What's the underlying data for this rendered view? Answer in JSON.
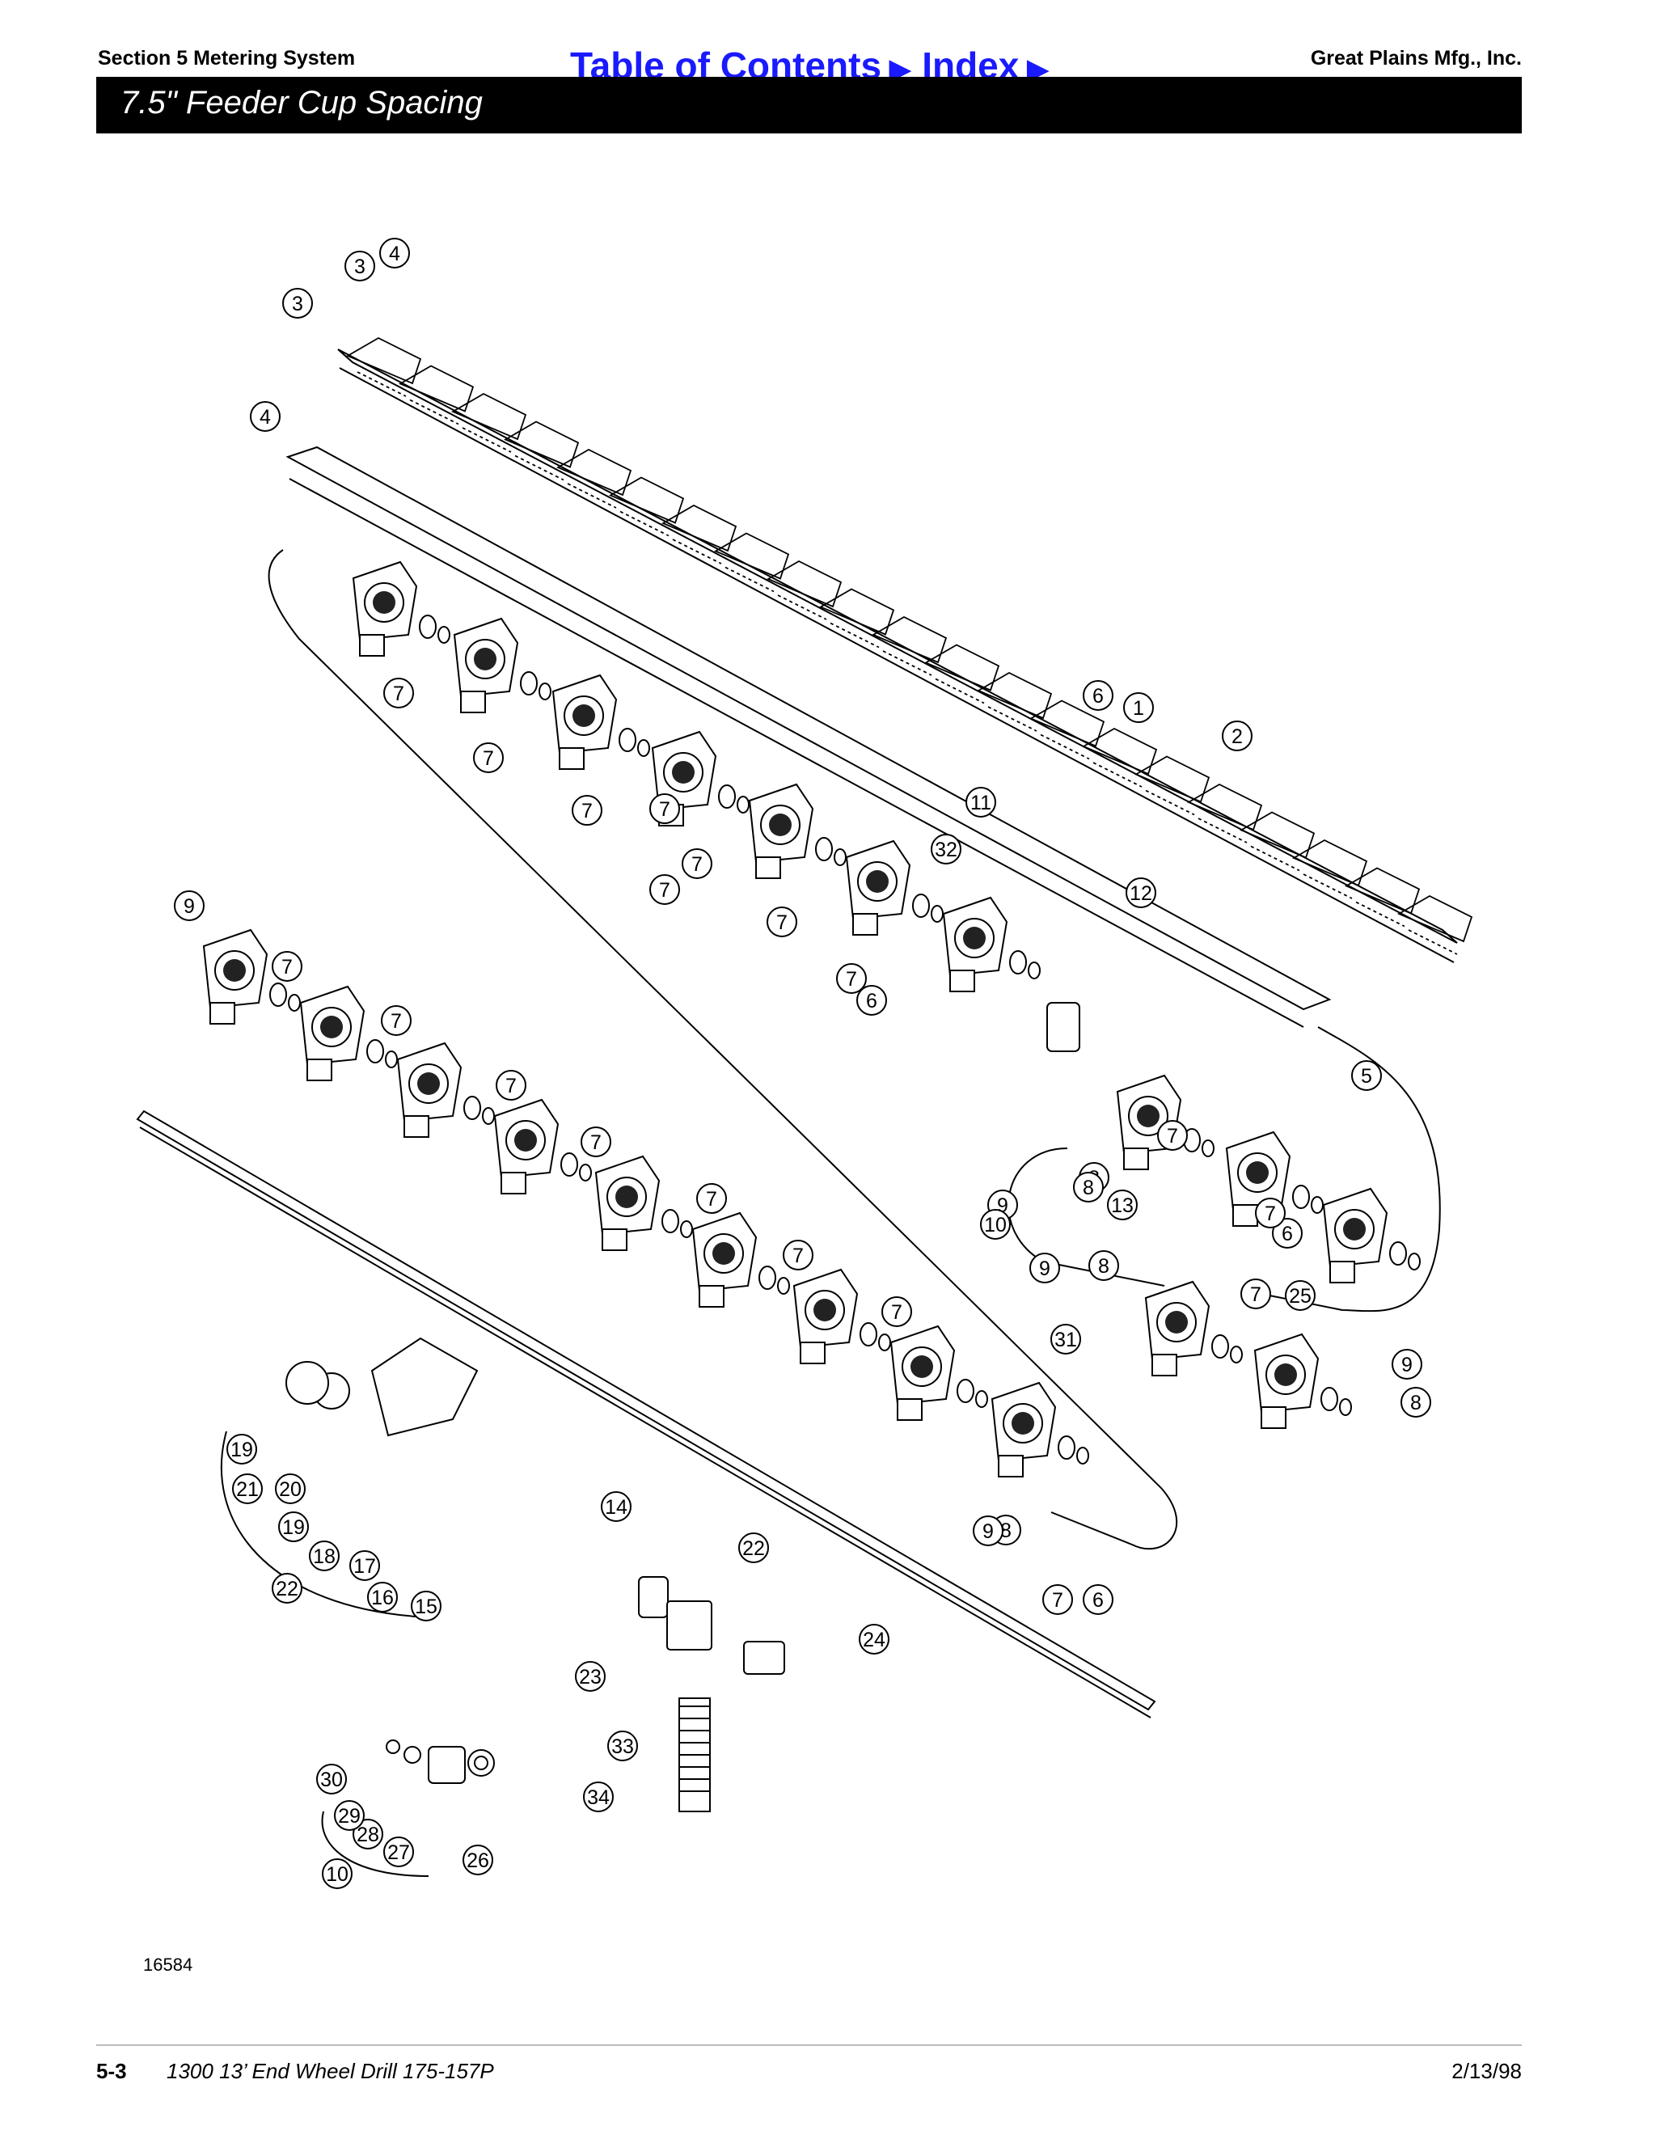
{
  "header": {
    "section": "Section 5 Metering System",
    "company": "Great Plains Mfg., Inc.",
    "toc_link": "Table of Contents",
    "index_link": "Index",
    "link_arrow": "▶"
  },
  "page_title": "7.5\" Feeder Cup Spacing",
  "callouts": [
    "1",
    "2",
    "3",
    "3",
    "4",
    "4",
    "5",
    "6",
    "6",
    "6",
    "6",
    "7",
    "7",
    "7",
    "7",
    "7",
    "7",
    "7",
    "7",
    "7",
    "7",
    "7",
    "7",
    "7",
    "7",
    "7",
    "7",
    "7",
    "7",
    "7",
    "8",
    "8",
    "8",
    "8",
    "8",
    "9",
    "9",
    "9",
    "9",
    "9",
    "10",
    "10",
    "11",
    "12",
    "13",
    "14",
    "15",
    "16",
    "17",
    "18",
    "19",
    "19",
    "20",
    "21",
    "22",
    "22",
    "23",
    "24",
    "25",
    "26",
    "27",
    "28",
    "29",
    "30",
    "31",
    "32",
    "33",
    "34"
  ],
  "figure_number": "16584",
  "footer": {
    "page": "5-3",
    "doc_title": "1300 13’ End Wheel Drill   175-157P",
    "date": "2/13/98"
  }
}
